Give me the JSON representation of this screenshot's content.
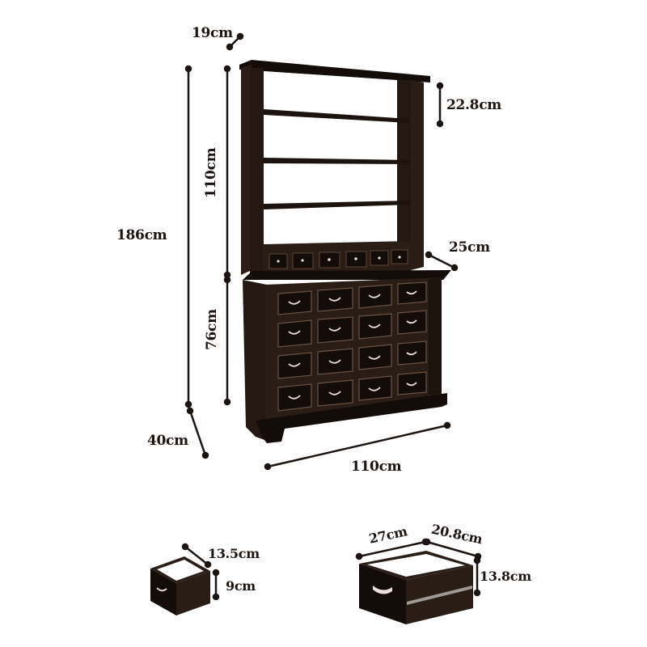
{
  "colors": {
    "wood": "#2a1d16",
    "wood_dark": "#140c08",
    "interior": "#ffffff",
    "handle": "#e8e0d8",
    "dim_line": "#1c1410"
  },
  "dimensions": {
    "top_depth": "19cm",
    "shelf_spacing": "22.8cm",
    "upper_height": "110cm",
    "total_height": "186cm",
    "upper_depth": "25cm",
    "lower_height": "76cm",
    "lower_depth": "40cm",
    "width": "110cm"
  },
  "small_drawer": {
    "width": "13.5cm",
    "height": "9cm"
  },
  "large_drawer": {
    "length": "27cm",
    "depth": "20.8cm",
    "height": "13.8cm"
  }
}
